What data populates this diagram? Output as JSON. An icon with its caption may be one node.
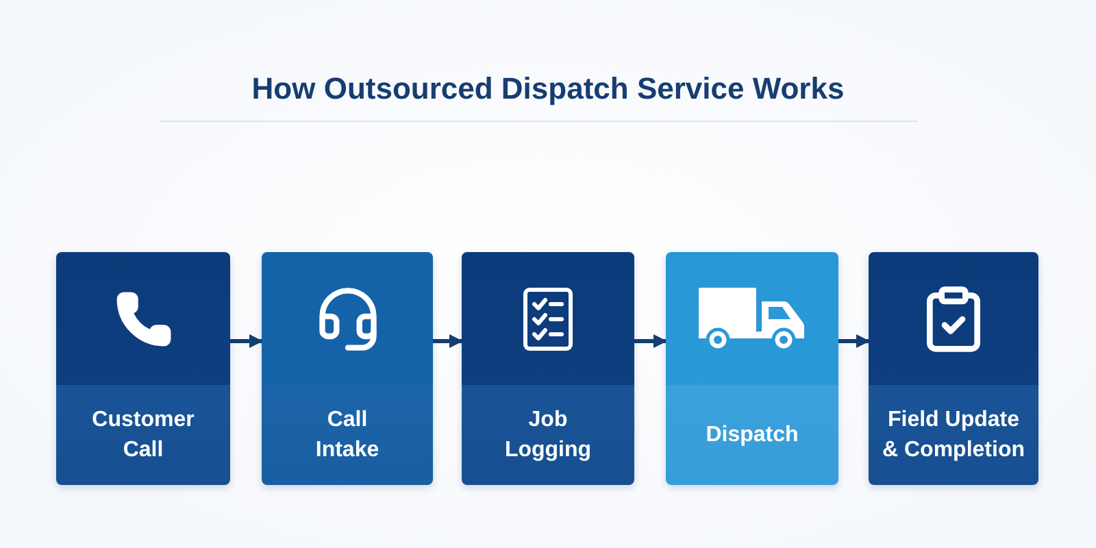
{
  "diagram": {
    "title": "How Outsourced Dispatch Service Works",
    "nodes": [
      {
        "text": [
          "Customer Call"
        ]
      },
      {
        "text": [
          "Call Intake"
        ]
      },
      {
        "text": [
          "Job Logging"
        ]
      },
      {
        "text": [
          "Dispatch"
        ]
      },
      {
        "text": [
          "Field Update & Completion"
        ]
      }
    ],
    "edges": [
      {
        "from": 0,
        "to": 1,
        "arrow": "to"
      },
      {
        "from": 1,
        "to": 2,
        "arrow": "to"
      },
      {
        "from": 2,
        "to": 3,
        "arrow": "to"
      },
      {
        "from": 3,
        "to": 4,
        "arrow": "to"
      }
    ]
  }
}
